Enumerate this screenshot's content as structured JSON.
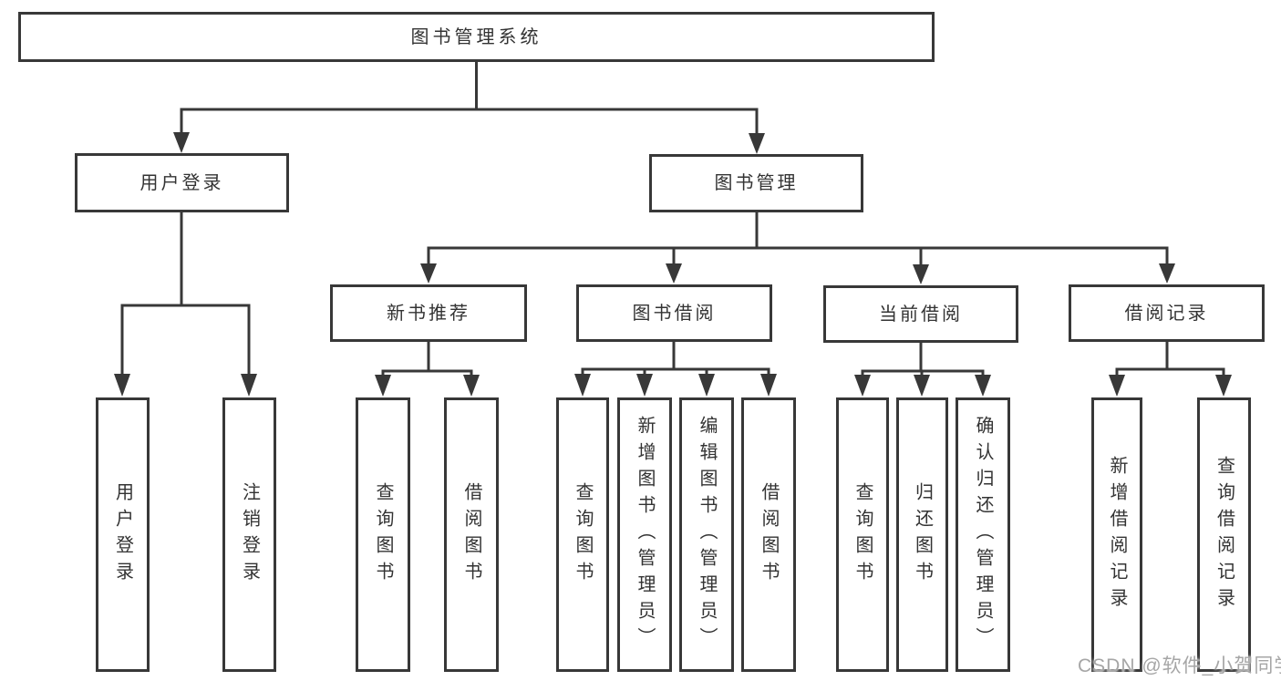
{
  "diagram": {
    "root": {
      "label": "图书管理系统"
    },
    "branches": [
      {
        "label": "用户登录",
        "children": [
          {
            "label": "用户登录"
          },
          {
            "label": "注销登录"
          }
        ]
      },
      {
        "label": "图书管理",
        "children": [
          {
            "label": "新书推荐",
            "children": [
              {
                "label": "查询图书"
              },
              {
                "label": "借阅图书"
              }
            ]
          },
          {
            "label": "图书借阅",
            "children": [
              {
                "label": "查询图书"
              },
              {
                "label": "新增图书（管理员）"
              },
              {
                "label": "编辑图书（管理员）"
              },
              {
                "label": "借阅图书"
              }
            ]
          },
          {
            "label": "当前借阅",
            "children": [
              {
                "label": "查询图书"
              },
              {
                "label": "归还图书"
              },
              {
                "label": "确认归还（管理员）"
              }
            ]
          },
          {
            "label": "借阅记录",
            "children": [
              {
                "label": "新增借阅记录"
              },
              {
                "label": "查询借阅记录"
              }
            ]
          }
        ]
      }
    ]
  },
  "watermark": {
    "text": "CSDN @软件_小贺同学"
  },
  "colors": {
    "line": "#383838",
    "box_border": "#383838",
    "box_fill": "#ffffff",
    "text": "#333333",
    "watermark": "#a6a6a6",
    "background": "#ffffff"
  }
}
